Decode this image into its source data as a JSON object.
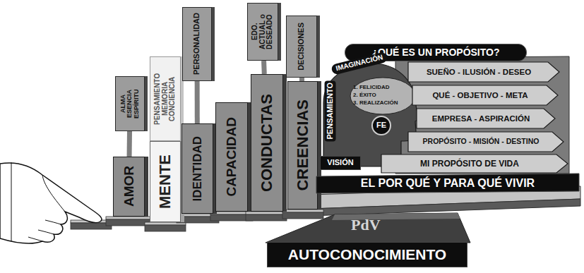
{
  "diagram": {
    "nodes": [
      {
        "text": [
          "ALMA ESENCIA ESPÍRITU"
        ]
      },
      {
        "text": [
          "AMOR"
        ]
      },
      {
        "text": [
          "PENSAMIENTO MEMORIA CONCIENCIA"
        ]
      },
      {
        "text": [
          "MENTE"
        ]
      },
      {
        "text": [
          "PERSONALIDAD"
        ]
      },
      {
        "text": [
          "IDENTIDAD"
        ]
      },
      {
        "text": [
          "CAPACIDAD"
        ]
      },
      {
        "text": [
          "EDO. ACTUAL o DESEADO"
        ]
      },
      {
        "text": [
          "CONDUCTAS"
        ]
      },
      {
        "text": [
          "DECISIONES"
        ]
      },
      {
        "text": [
          "CREENCIAS"
        ]
      },
      {
        "text": [
          "¿QUÉ ES UN PROPÓSITO?"
        ]
      },
      {
        "text": [
          "IMAGINACIÓN",
          "PENSAMIENTO",
          "1. FELICIDAD",
          "2. ÉXITO",
          "3. REALIZACIÓN"
        ]
      },
      {
        "text": [
          "FE"
        ],
        "in": 12
      },
      {
        "text": [
          "VISIÓN"
        ]
      },
      {
        "text": [
          "SUEÑO - ILUSIÓN - DESEO"
        ]
      },
      {
        "text": [
          "QUÉ - OBJETIVO - META"
        ]
      },
      {
        "text": [
          "EMPRESA - ASPIRACIÓN"
        ]
      },
      {
        "text": [
          "PROPÓSITO - MISIÓN - DESTINO"
        ]
      },
      {
        "text": [
          "MI PROPÓSITO DE VIDA"
        ]
      },
      {
        "text": [
          "EL POR QUÉ Y PARA QUÉ VIVIR"
        ]
      },
      {
        "text": [
          "AUTOCONOCIMIENTO"
        ]
      }
    ],
    "edges": [
      {
        "from": 0,
        "to": 1,
        "arrow": "none"
      },
      {
        "from": 4,
        "to": 5,
        "arrow": "none"
      },
      {
        "from": 7,
        "to": 8,
        "arrow": "none"
      },
      {
        "from": 9,
        "to": 10,
        "arrow": "none"
      }
    ],
    "labels": [
      "PdV"
    ]
  }
}
